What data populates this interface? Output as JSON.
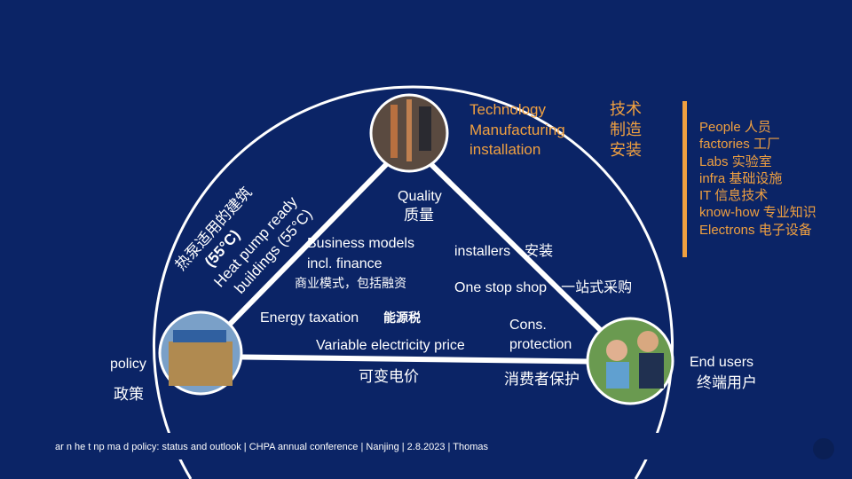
{
  "top_node": {
    "en": [
      "Technology",
      "Manufacturing",
      "installation"
    ],
    "zh": [
      "技术",
      "制造",
      "安装"
    ],
    "quality_en": "Quality",
    "quality_zh": "质量"
  },
  "resources": [
    "People 人员",
    "factories 工厂",
    "Labs 实验室",
    "infra 基础设施",
    "IT 信息技术",
    "know-how 专业知识",
    "Electrons 电子设备"
  ],
  "left_arc": {
    "zh": "热泵适用的建筑",
    "temp": "(55°C)",
    "en1": "Heat pump ready",
    "en2": "buildings (55°C)"
  },
  "left_edge": {
    "en1": "Business models",
    "en2": "incl. finance",
    "zh": "商业模式，包括融资"
  },
  "right_edge": {
    "installers": "installers　安装",
    "one_stop": "One stop shop　一站式采购",
    "cons1": "Cons.",
    "cons2": "protection",
    "cons_zh": "消费者保护"
  },
  "bottom_edge": {
    "tax_en": "Energy taxation",
    "tax_zh": "能源税",
    "price_en": "Variable electricity price",
    "price_zh": "可变电价"
  },
  "policy": {
    "en": "policy",
    "zh": "政策"
  },
  "end_users": {
    "en": "End users",
    "zh": "终端用户"
  },
  "footer": "ar   n he  t  np ma    d policy: status and outlook  | CHPA annual conference | Nanjing | 2.8.2023 | Thomas",
  "colors": {
    "background": "#0b2466",
    "accent": "#f0a040"
  }
}
